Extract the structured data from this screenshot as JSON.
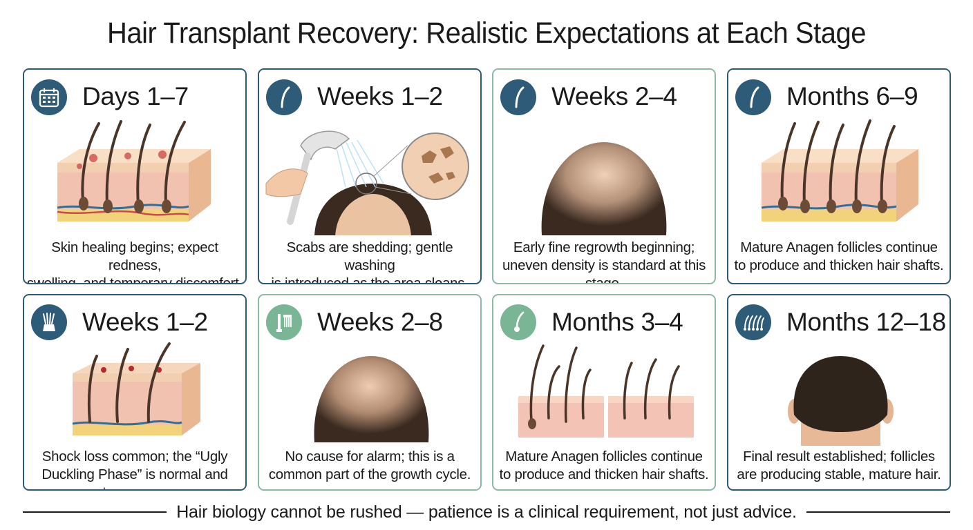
{
  "title": "Hair Transplant Recovery: Realistic Expectations at Each Stage",
  "accent_colors": {
    "navy": "#2e5b78",
    "green": "#7ab596",
    "skin": "#f2c8a6",
    "hair": "#4a3528"
  },
  "stages": [
    {
      "label": "Days 1–7",
      "icon": "calendar-icon",
      "text": [
        "Skin healing begins; expect redness,",
        "swelling, and temporary discomfort."
      ]
    },
    {
      "label": "Weeks 1–2",
      "icon": "hair-strand-icon",
      "text": [
        "Scabs are shedding; gentle washing",
        "is introduced as the area cleans."
      ]
    },
    {
      "label": "Weeks 2–4",
      "icon": "hair-strand-icon",
      "text": [
        "Early fine regrowth beginning;",
        "uneven density is standard at this stage."
      ]
    },
    {
      "label": "Months 6–9",
      "icon": "hair-strand-icon",
      "text": [
        "Mature Anagen follicles continue",
        "to produce and thicken hair shafts."
      ]
    },
    {
      "label": "Weeks 1–2",
      "icon": "hair-tuft-icon",
      "text": [
        "Shock loss common; the “Ugly",
        "Duckling Phase” is normal and temporary."
      ]
    },
    {
      "label": "Weeks 2–8",
      "icon": "comb-icon",
      "text": [
        "No cause for alarm; this is a",
        "common part of the growth cycle."
      ]
    },
    {
      "label": "Months 3–4",
      "icon": "hair-follicle-icon",
      "text": [
        "Mature Anagen follicles continue",
        "to produce and thicken hair shafts."
      ]
    },
    {
      "label": "Months 12–18",
      "icon": "multi-hair-icon",
      "text": [
        "Final result established; follicles",
        "are producing stable, mature hair."
      ]
    }
  ],
  "footer": "Hair biology cannot be rushed — patience is a clinical requirement, not just advice."
}
